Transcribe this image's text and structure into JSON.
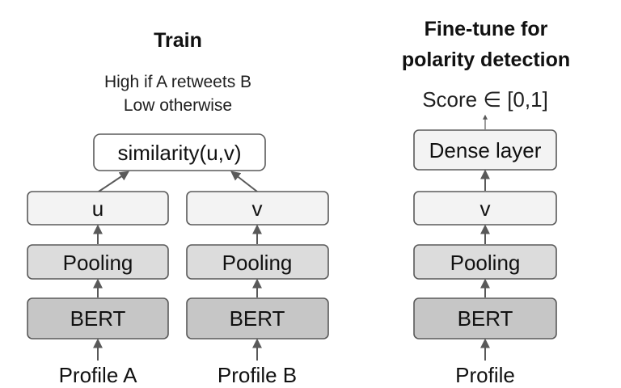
{
  "train": {
    "title": "Train",
    "caption_line1": "High if A retweets B",
    "caption_line2": "Low otherwise",
    "similarity_label": "similarity(u,v)",
    "left": {
      "embedding": "u",
      "pooling": "Pooling",
      "encoder": "BERT",
      "input": "Profile A"
    },
    "right": {
      "embedding": "v",
      "pooling": "Pooling",
      "encoder": "BERT",
      "input": "Profile B"
    }
  },
  "finetune": {
    "title_line1": "Fine-tune for",
    "title_line2": "polarity detection",
    "score": "Score ∈ [0,1]",
    "dense": "Dense layer",
    "embedding": "v",
    "pooling": "Pooling",
    "encoder": "BERT",
    "input": "Profile"
  },
  "colors": {
    "box_border": "#5a5a5a",
    "similarity_fill": "#ffffff",
    "embedding_fill": "#f3f3f3",
    "pooling_fill": "#dcdcdc",
    "encoder_fill": "#c6c6c6",
    "arrow": "#595959"
  }
}
